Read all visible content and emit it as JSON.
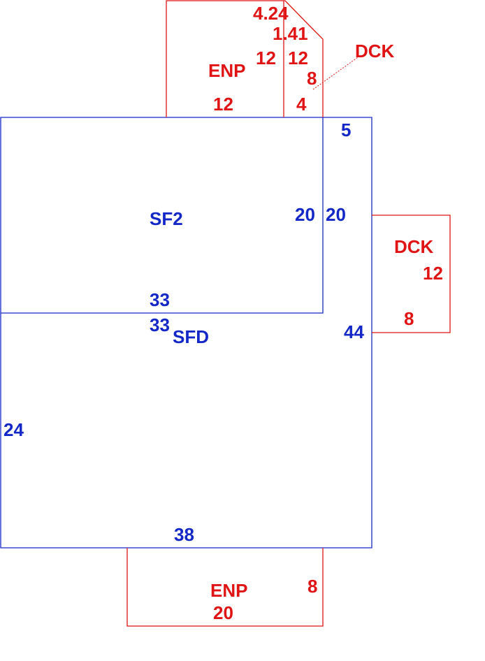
{
  "sketch": {
    "areas": {
      "sf2": {
        "label": "SF2",
        "color": "#1428c8"
      },
      "sfd": {
        "label": "SFD",
        "color": "#1428c8"
      },
      "enp_top": {
        "label": "ENP",
        "color": "#e01414"
      },
      "dck_top": {
        "label": "DCK",
        "color": "#e01414"
      },
      "dck_right": {
        "label": "DCK",
        "color": "#e01414"
      },
      "enp_bottom": {
        "label": "ENP",
        "color": "#e01414"
      }
    },
    "dimensions": {
      "enp_top_side": "12",
      "enp_top_width": "12",
      "dck_top_diag": "4.24",
      "dck_top_bevel": "1.41",
      "dck_top_left": "12",
      "dck_top_right": "8",
      "dck_top_width": "4",
      "sf2_step": "5",
      "sf2_left_height": "20",
      "sf2_right_height": "20",
      "sf2_width": "33",
      "sfd_top_width": "33",
      "dck_right_height": "12",
      "dck_right_width": "8",
      "sfd_height": "44",
      "sfd_left_height": "24",
      "sfd_width": "38",
      "enp_bottom_height": "8",
      "enp_bottom_width": "20"
    }
  }
}
